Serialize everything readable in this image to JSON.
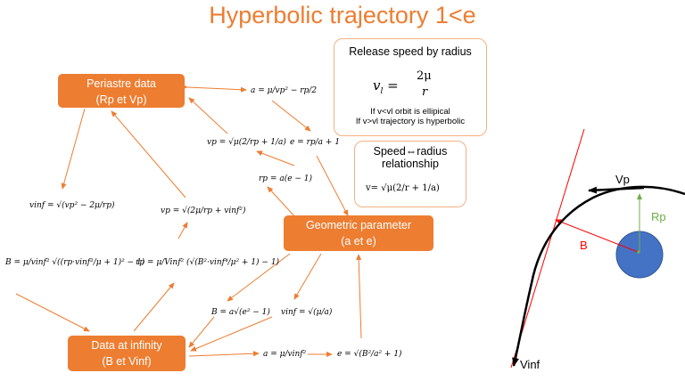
{
  "title": "Hyperbolic trajectory 1<e",
  "nodes": {
    "periastre": {
      "line1": "Periastre data",
      "line2": "(Rp et Vp)"
    },
    "geometric": {
      "line1": "Geometric parameter",
      "line2": "(a et e)"
    },
    "infinity": {
      "line1": "Data at infinity",
      "line2": "(B et Vinf)"
    }
  },
  "release_box": {
    "title": "Release speed by radius",
    "lhs": "v",
    "lhs_sub": "l",
    "num": "2μ",
    "den": "r",
    "note1": "If v<vl orbit is ellipical",
    "note2": "If v>vl trajectory is hyperbolic"
  },
  "speed_box": {
    "title_line1": "Speed⇔radius",
    "title_line2": "relationship",
    "formula": "v= √μ(2/r + 1/a)"
  },
  "formulas": {
    "a_from_rp": "a = μ/vp² − rp/2",
    "vp_from_a": "vp = √μ(2/rp + 1/a)",
    "e_from_rp": "e = rp/a + 1",
    "rp_from_ae": "rp = a(e − 1)",
    "vinf_from_vp": "vinf = √(vp² − 2μ/rp)",
    "vp_from_vinf": "vp = √(2μ/rp + vinf²)",
    "B_from_rp": "B = μ/vinf² √((rp·vinf²/μ + 1)² − 1)",
    "rp_from_B": "rp = μ/Vinf² (√(B²·vinf⁴/μ² + 1) − 1)",
    "B_from_ae": "B = a√(e² − 1)",
    "vinf_from_a": "vinf = √(μ/a)",
    "a_from_vinf": "a = μ/vinf²",
    "e_from_B": "e = √(B²/a² + 1)"
  },
  "figure": {
    "labels": {
      "vp": "Vp",
      "rp": "Rp",
      "b": "B",
      "vinf": "Vinf"
    },
    "colors": {
      "planet": "#4472C4",
      "asymptote": "#FF0000",
      "rp": "#70AD47",
      "trajectory": "#000000"
    }
  },
  "colors": {
    "accent": "#ED7D31",
    "arrow": "#ED7D31",
    "box_border": "#F4B183"
  }
}
